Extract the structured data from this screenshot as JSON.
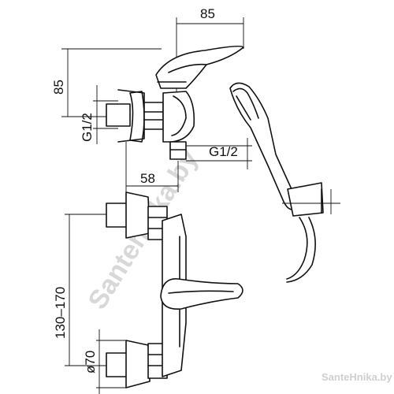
{
  "dimensions": {
    "top_width": "85",
    "top_height": "85",
    "inlet_thread_left": "G1/2",
    "outlet_thread": "G1/2",
    "depth": "58",
    "inlet_spacing": "130–170",
    "rosette_diameter": "ø70"
  },
  "watermark": {
    "main": "Santehnika.by",
    "corner": "SanteHnika.by"
  }
}
